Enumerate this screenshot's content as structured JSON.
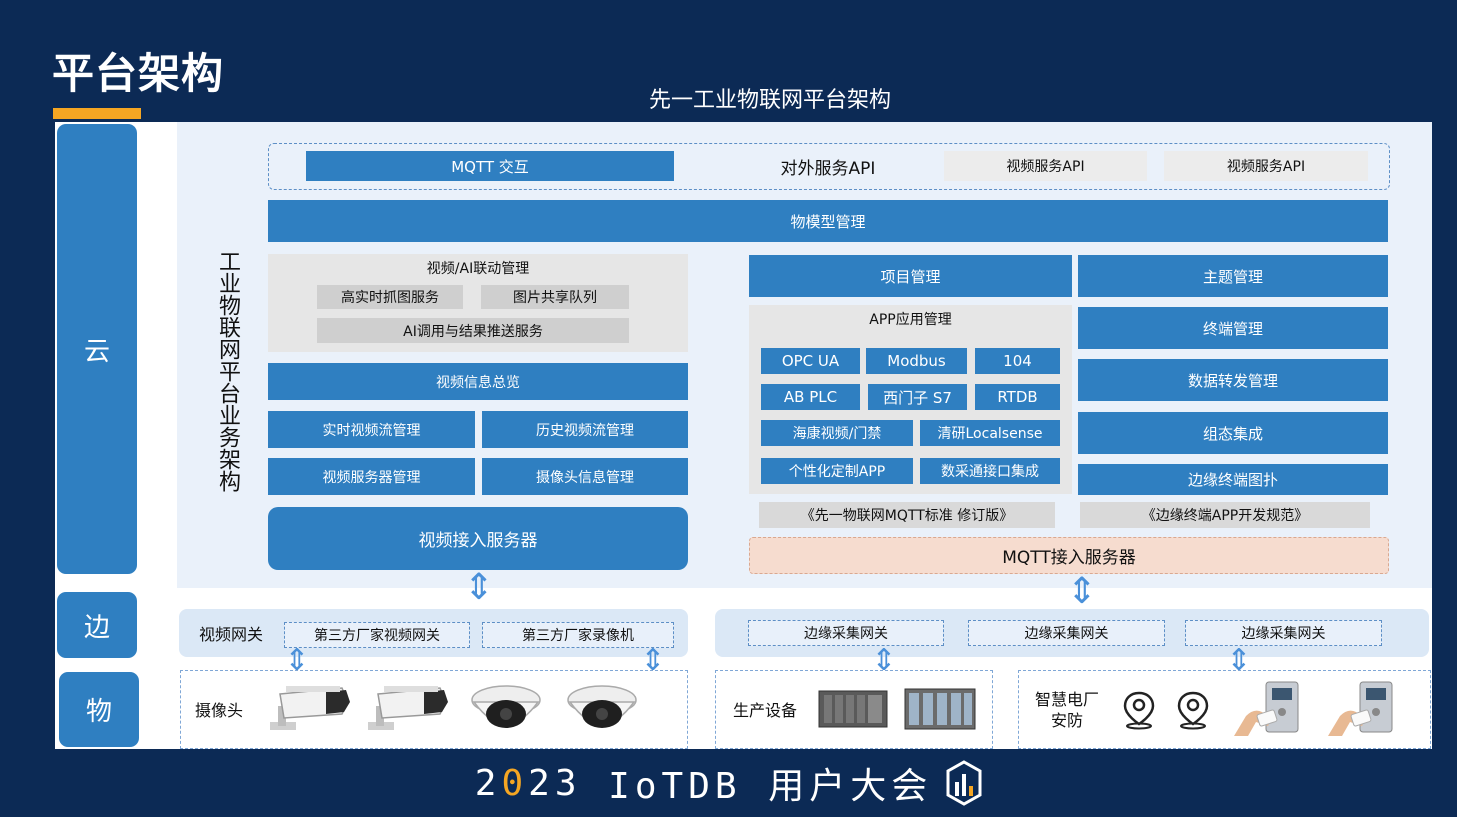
{
  "page": {
    "title": "平台架构",
    "diagram_title": "先一工业物联网平台架构",
    "vertical_title": "工业物联网平台业务架构",
    "footer_year_prefix": "2",
    "footer_year_highlight": "0",
    "footer_year_suffix": "23",
    "footer_rest": " IoTDB 用户大会"
  },
  "tiers": {
    "cloud": "云",
    "edge": "边",
    "device": "物"
  },
  "cloud": {
    "api_row": {
      "mqtt": "MQTT 交互",
      "external_api": "对外服务API",
      "video_api_1": "视频服务API",
      "video_api_2": "视频服务API"
    },
    "model_mgmt": "物模型管理",
    "video_ai": {
      "title": "视频/AI联动管理",
      "snapshot": "高实时抓图服务",
      "image_queue": "图片共享队列",
      "ai_push": "AI调用与结果推送服务"
    },
    "video_overview": "视频信息总览",
    "realtime_stream": "实时视频流管理",
    "history_stream": "历史视频流管理",
    "video_server_mgmt": "视频服务器管理",
    "camera_info": "摄像头信息管理",
    "video_access_server": "视频接入服务器",
    "project_mgmt": "项目管理",
    "app_mgmt": {
      "title": "APP应用管理",
      "opcua": "OPC UA",
      "modbus": "Modbus",
      "p104": "104",
      "abplc": "AB PLC",
      "s7": "西门子 S7",
      "rtdb": "RTDB",
      "hikvision": "海康视频/门禁",
      "localsense": "清研Localsense",
      "custom_app": "个性化定制APP",
      "collector": "数采通接口集成"
    },
    "topic_mgmt": "主题管理",
    "terminal_mgmt": "终端管理",
    "forward_mgmt": "数据转发管理",
    "config_integration": "组态集成",
    "edge_topology": "边缘终端图扑",
    "spec_mqtt": "《先一物联网MQTT标准  修订版》",
    "spec_app": "《边缘终端APP开发规范》",
    "mqtt_server": "MQTT接入服务器"
  },
  "edge": {
    "video_gateway": "视频网关",
    "third_gateway": "第三方厂家视频网关",
    "third_recorder": "第三方厂家录像机",
    "edge_gw_1": "边缘采集网关",
    "edge_gw_2": "边缘采集网关",
    "edge_gw_3": "边缘采集网关"
  },
  "devices": {
    "camera": "摄像头",
    "production": "生产设备",
    "security": "智慧电厂\n安防"
  },
  "colors": {
    "accent": "#2f7fc1",
    "brand_bg": "#0c2a55",
    "highlight": "#f5a623",
    "mqtt_server_bg": "#f6dccf"
  }
}
